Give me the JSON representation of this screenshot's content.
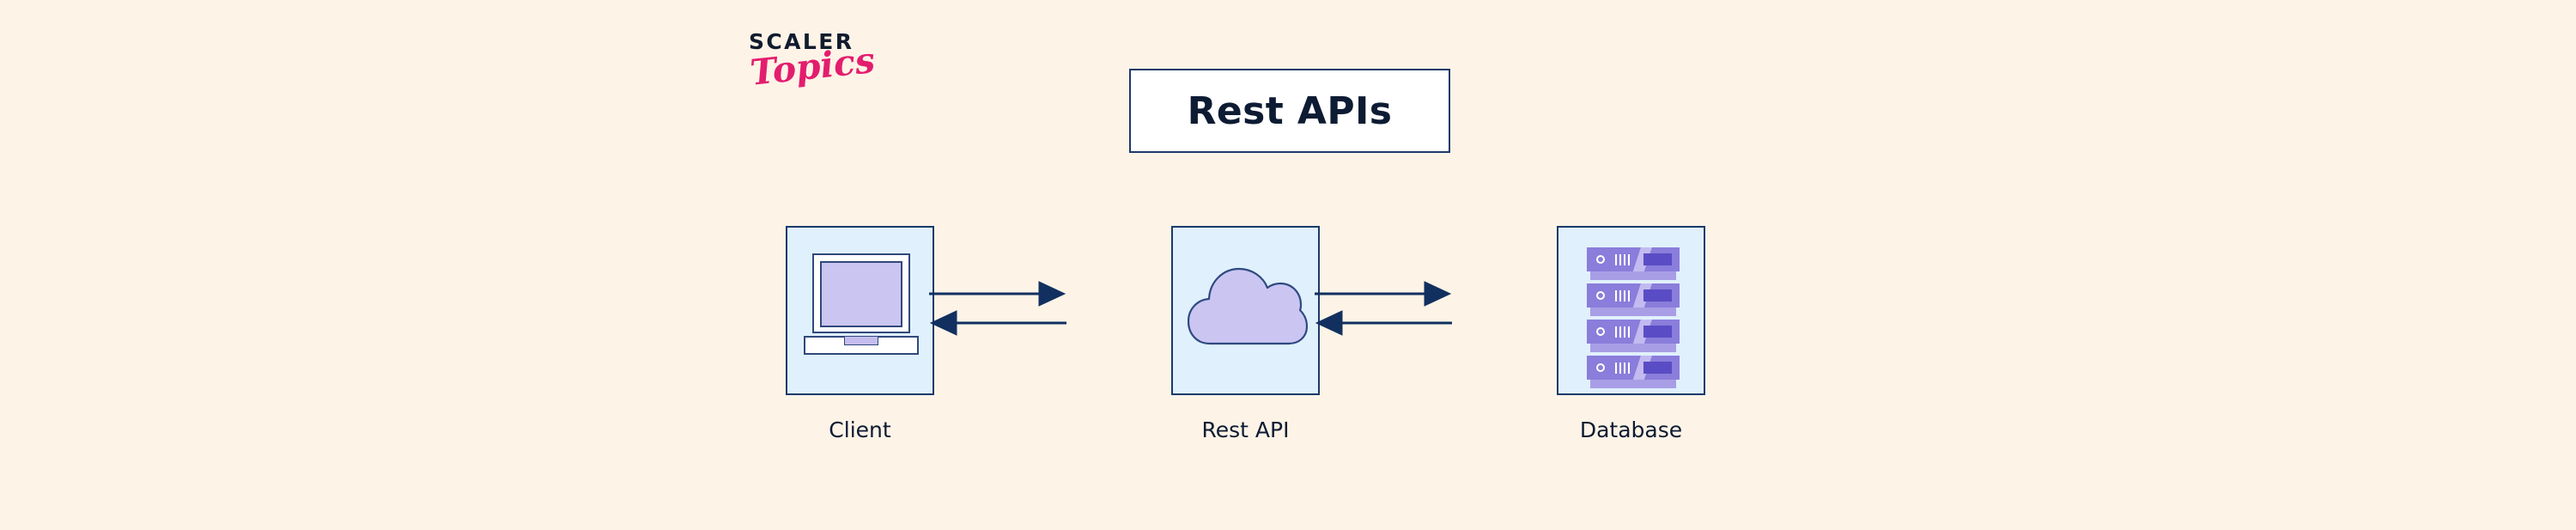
{
  "page": {
    "background_color": "#fdf3e7",
    "accent_navy": "#0d1b33",
    "box_fill": "#e0f0fd",
    "box_border": "#1b3a6b",
    "art_purple": "#cbc5f2",
    "server_purple": "#8a7ddb",
    "server_chip": "#5a4cc4",
    "brand_pink": "#e31d6e"
  },
  "logo": {
    "line1": "SCALER",
    "line2": "Topics"
  },
  "title": {
    "text": "Rest APIs"
  },
  "diagram": {
    "nodes": [
      {
        "id": "client",
        "label": "Client",
        "icon": "laptop-icon"
      },
      {
        "id": "api",
        "label": "Rest API",
        "icon": "cloud-icon"
      },
      {
        "id": "database",
        "label": "Database",
        "icon": "server-stack-icon"
      }
    ],
    "connectors": [
      {
        "id": "client-to-api",
        "direction": "right",
        "from": "client",
        "to": "api"
      },
      {
        "id": "api-to-client",
        "direction": "left",
        "from": "api",
        "to": "client"
      },
      {
        "id": "api-to-database",
        "direction": "right",
        "from": "api",
        "to": "database"
      },
      {
        "id": "database-to-api",
        "direction": "left",
        "from": "database",
        "to": "api"
      }
    ]
  }
}
